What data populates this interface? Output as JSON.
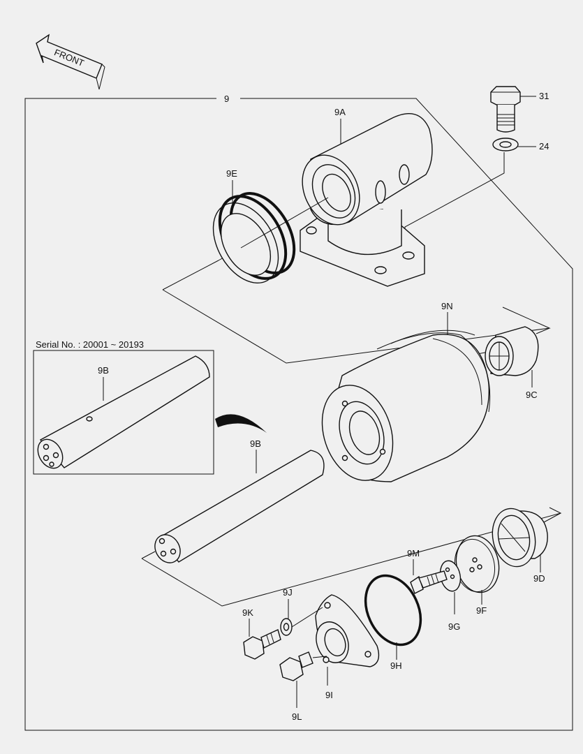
{
  "front_label": "FRONT",
  "assembly_label": "9",
  "serial_note": "Serial No. : 20001 ~ 20193",
  "callouts": {
    "p31": "31",
    "p24": "24",
    "p9A": "9A",
    "p9E": "9E",
    "p9N": "9N",
    "p9C": "9C",
    "p9B_inset": "9B",
    "p9B": "9B",
    "p9D": "9D",
    "p9M": "9M",
    "p9J": "9J",
    "p9K": "9K",
    "p9F": "9F",
    "p9G": "9G",
    "p9H": "9H",
    "p9I": "9I",
    "p9L": "9L"
  }
}
